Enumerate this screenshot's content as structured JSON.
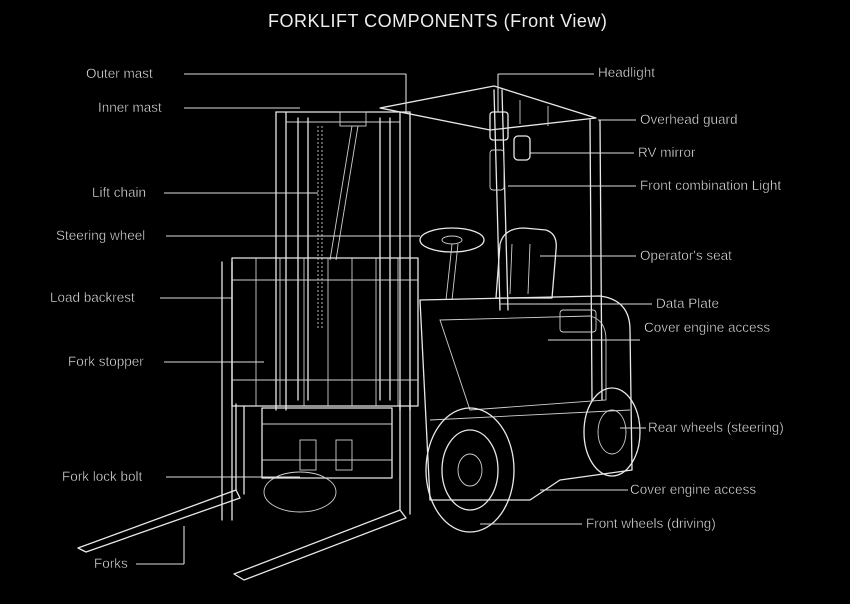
{
  "title": "FORKLIFT COMPONENTS (Front View)",
  "labels": {
    "outer_mast": "Outer mast",
    "inner_mast": "Inner mast",
    "lift_chain": "Lift chain",
    "steering_wheel": "Steering wheel",
    "load_backrest": "Load backrest",
    "fork_stopper": "Fork stopper",
    "fork_lock_bolt": "Fork lock bolt",
    "forks": "Forks",
    "headlight": "Headlight",
    "overhead_guard": "Overhead guard",
    "rv_mirror": "RV mirror",
    "front_combination_light": "Front combination Light",
    "operators_seat": "Operator's seat",
    "data_plate": "Data Plate",
    "cover_engine_access_top": "Cover engine access",
    "rear_wheels": "Rear wheels (steering)",
    "cover_engine_access_bottom": "Cover engine access",
    "front_wheels": "Front wheels (driving)"
  },
  "colors": {
    "background": "#000000",
    "line": "#e8e8e8"
  }
}
